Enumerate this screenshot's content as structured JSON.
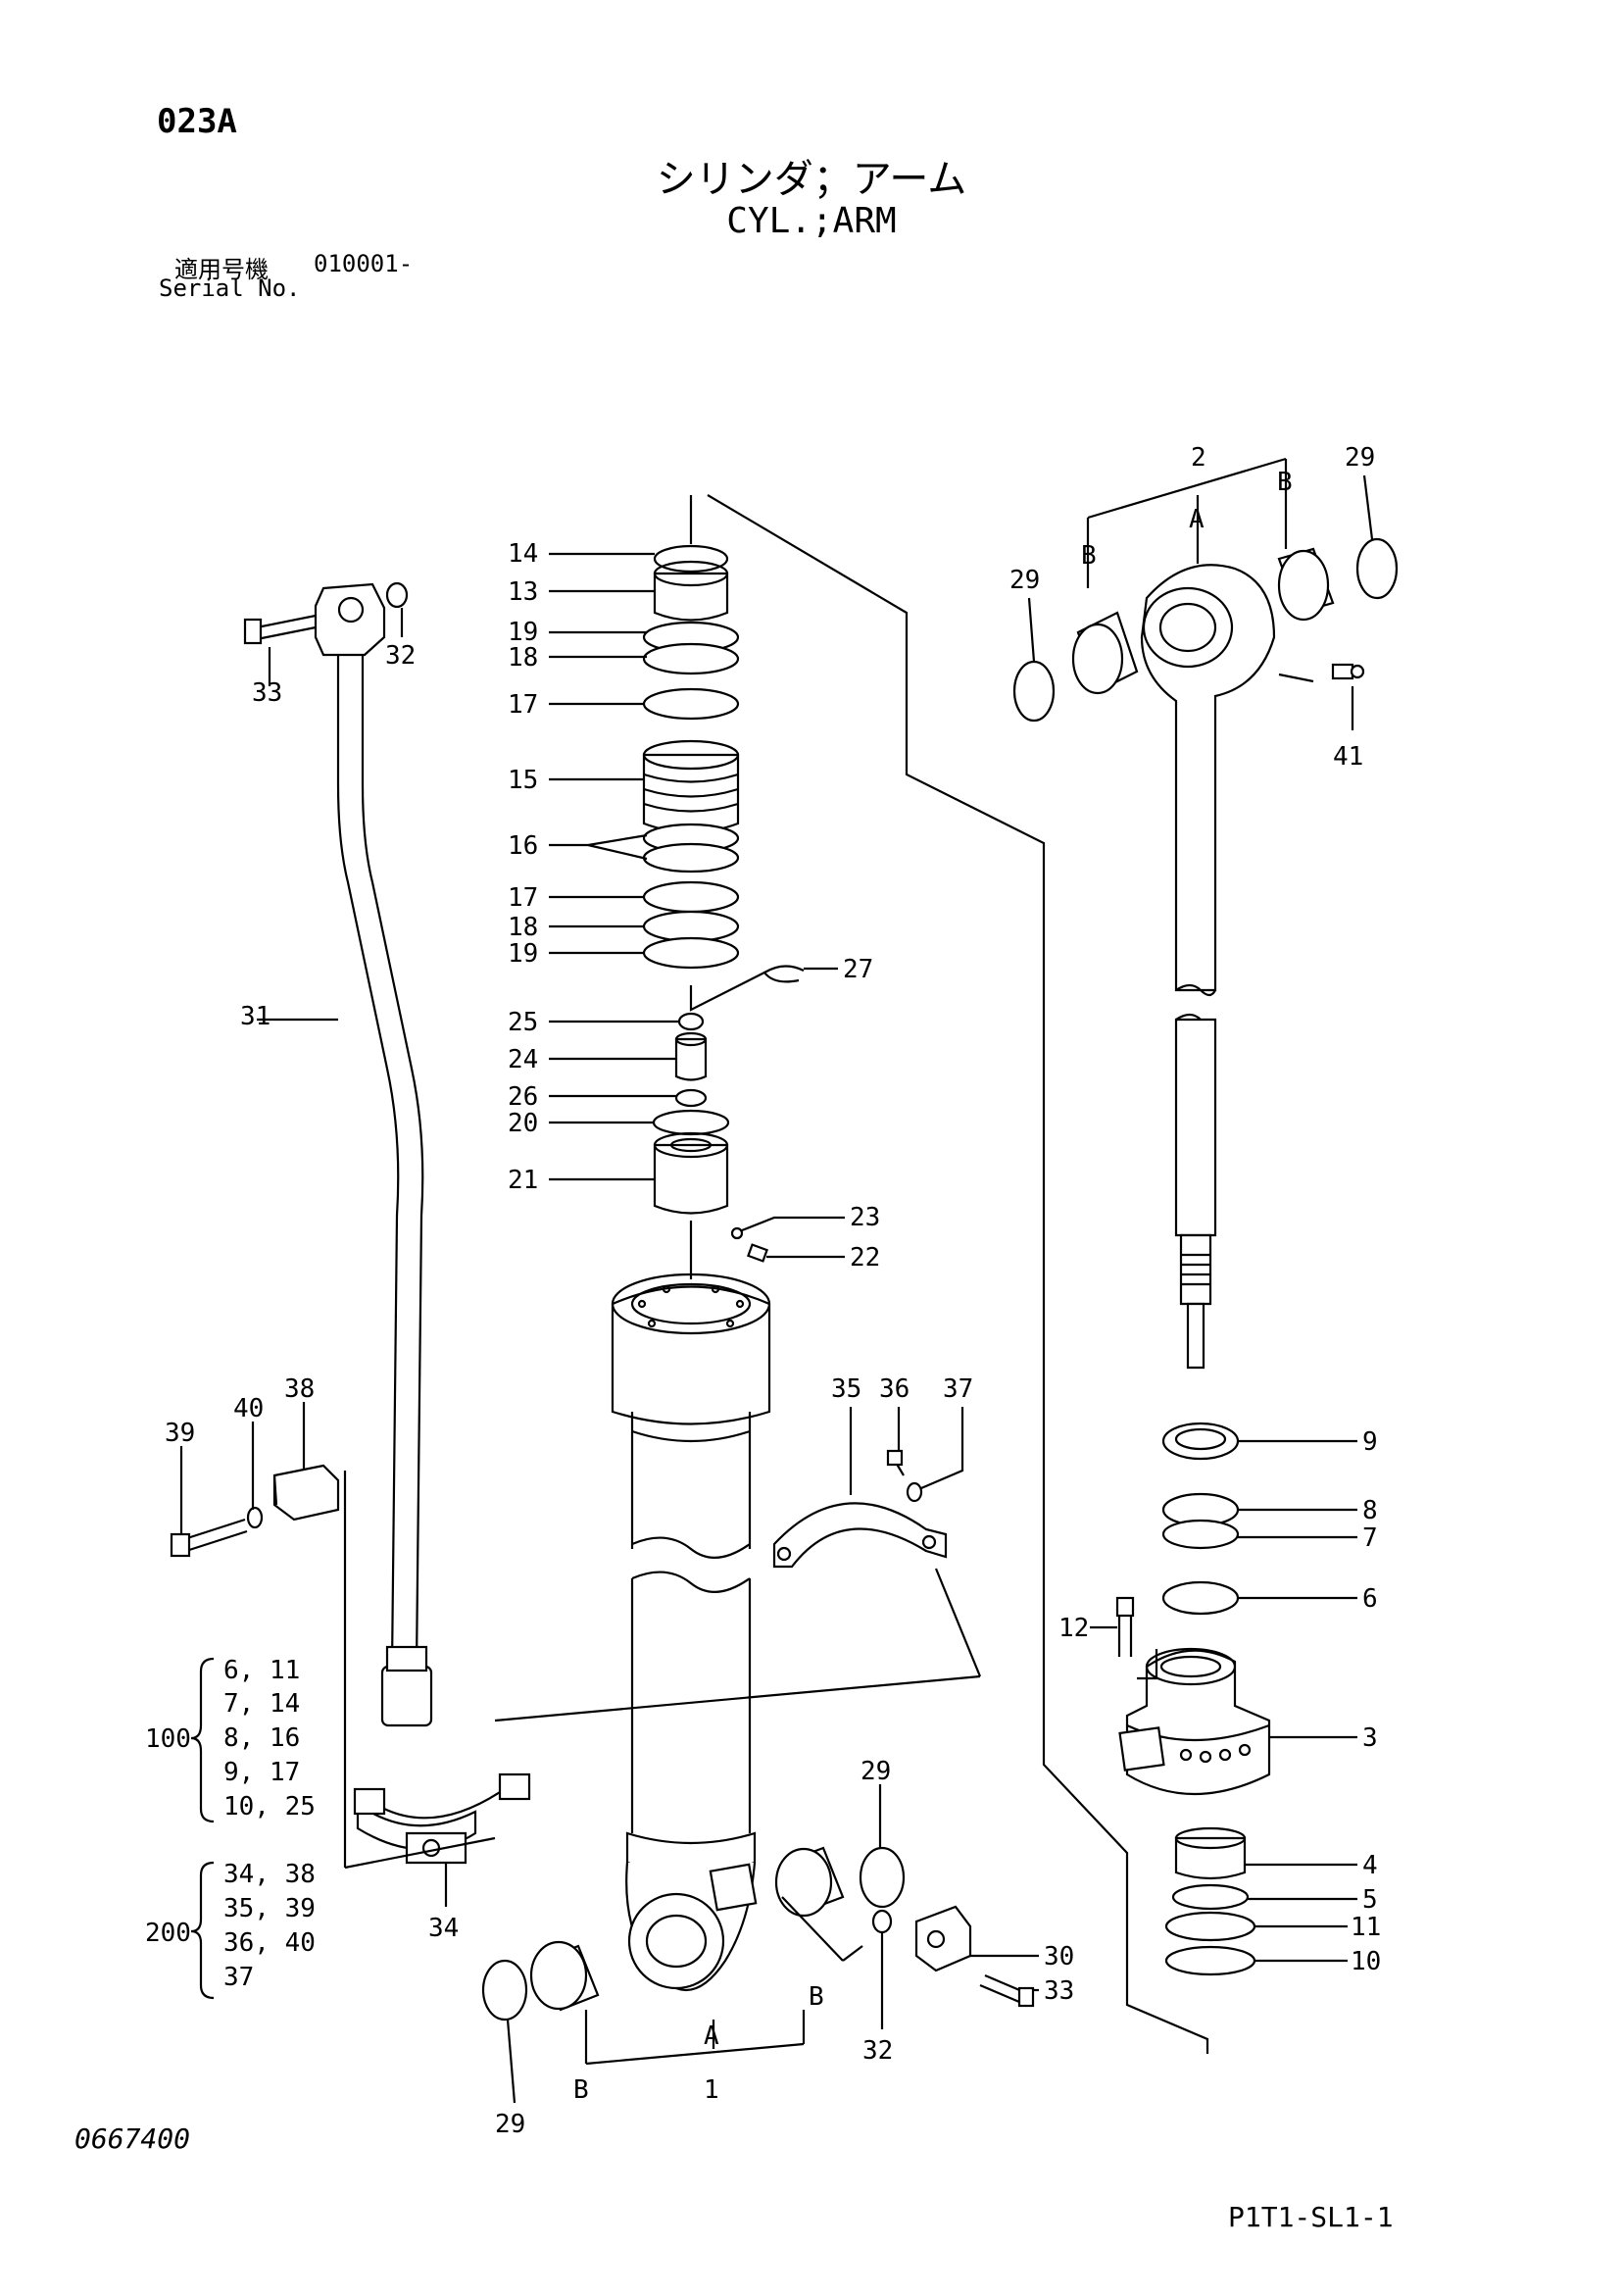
{
  "header": {
    "page_code": "023A",
    "title_jp": "シリンダ；アーム",
    "title_en": "CYL.;ARM",
    "serial_label_jp": "適用号機",
    "serial_value": "010001-",
    "serial_label_en": "Serial No."
  },
  "footer": {
    "drawing_number": "0667400",
    "sheet_id": "P1T1-SL1-1"
  },
  "callouts": {
    "c1": "1",
    "c2": "2",
    "c3": "3",
    "c4": "4",
    "c5": "5",
    "c6": "6",
    "c7": "7",
    "c8": "8",
    "c9": "9",
    "c10": "10",
    "c11": "11",
    "c12": "12",
    "c13": "13",
    "c14": "14",
    "c15": "15",
    "c16": "16",
    "c17a": "17",
    "c17b": "17",
    "c18a": "18",
    "c18b": "18",
    "c19a": "19",
    "c19b": "19",
    "c20": "20",
    "c21": "21",
    "c22": "22",
    "c23": "23",
    "c24": "24",
    "c25": "25",
    "c26": "26",
    "c27": "27",
    "c29a": "29",
    "c29b": "29",
    "c29c": "29",
    "c29d": "29",
    "c30": "30",
    "c31": "31",
    "c32a": "32",
    "c32b": "32",
    "c33a": "33",
    "c33b": "33",
    "c34": "34",
    "c35": "35",
    "c36": "36",
    "c37": "37",
    "c38": "38",
    "c39": "39",
    "c40": "40",
    "c41": "41",
    "markA1": "A",
    "markB1": "B",
    "markB2": "B",
    "markA2": "A",
    "markB3": "B",
    "markB4": "B"
  },
  "kits": [
    {
      "id": "100",
      "lines": [
        "6, 11",
        "7, 14",
        "8, 16",
        "9, 17",
        "10, 25"
      ]
    },
    {
      "id": "200",
      "lines": [
        "34, 38",
        "35, 39",
        "36, 40",
        "37"
      ]
    }
  ]
}
